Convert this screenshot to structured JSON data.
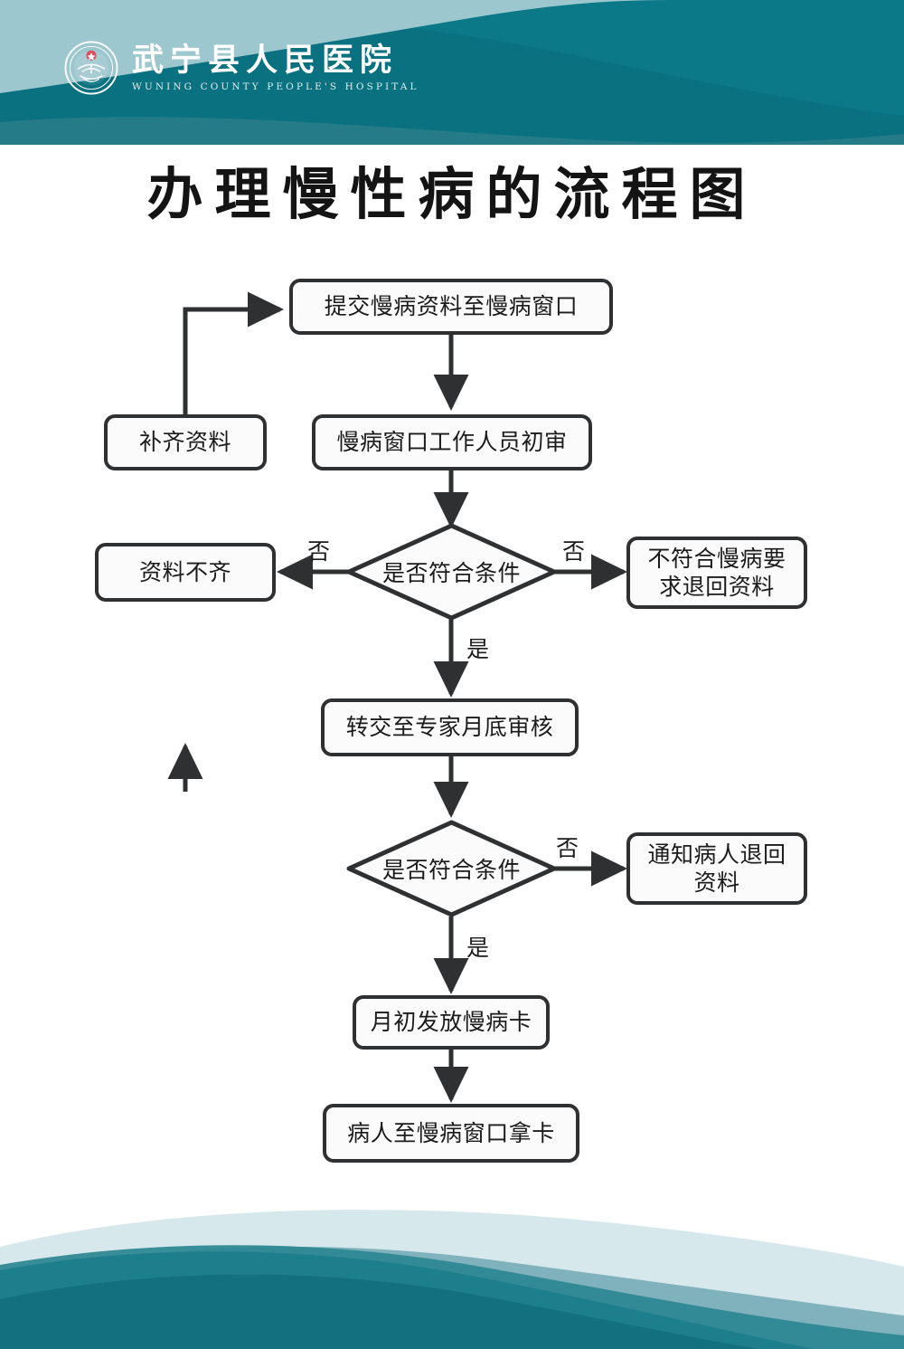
{
  "header": {
    "hospital_name_cn": "武宁县人民医院",
    "hospital_name_en": "WUNING COUNTY PEOPLE'S HOSPITAL",
    "logo_icon": "hospital-emblem-icon"
  },
  "title": "办理慢性病的流程图",
  "colors": {
    "teal_dark": "#0A7180",
    "teal_deep": "#0D6B77",
    "teal_mid": "#3D8E99",
    "teal_light": "#9CC6CE",
    "teal_pale": "#D6E8EB",
    "node_border": "#2F3032",
    "node_fill": "#FBFBFB",
    "text": "#1B1B1B"
  },
  "flow": {
    "nodes": [
      {
        "id": "submit",
        "type": "process",
        "label": "提交慢病资料至慢病窗口"
      },
      {
        "id": "supplement",
        "type": "process",
        "label": "补齐资料"
      },
      {
        "id": "first_review",
        "type": "process",
        "label": "慢病窗口工作人员初审"
      },
      {
        "id": "incomplete",
        "type": "process",
        "label": "资料不齐"
      },
      {
        "id": "decision1",
        "type": "decision",
        "label": "是否符合条件"
      },
      {
        "id": "reject1",
        "type": "process",
        "label": "不符合慢病要求退回资料"
      },
      {
        "id": "expert_review",
        "type": "process",
        "label": "转交至专家月底审核"
      },
      {
        "id": "decision2",
        "type": "decision",
        "label": "是否符合条件"
      },
      {
        "id": "reject2",
        "type": "process",
        "label": "通知病人退回资料"
      },
      {
        "id": "issue_card",
        "type": "process",
        "label": "月初发放慢病卡"
      },
      {
        "id": "pickup_card",
        "type": "process",
        "label": "病人至慢病窗口拿卡"
      }
    ],
    "edge_labels": {
      "decision1_no_left": "否",
      "decision1_no_right": "否",
      "decision1_yes": "是",
      "decision2_no": "否",
      "decision2_yes": "是"
    },
    "node_text": {
      "reject1_line1": "不符合慢病要",
      "reject1_line2": "求退回资料",
      "reject2_line1": "通知病人退回",
      "reject2_line2": "资料"
    }
  }
}
